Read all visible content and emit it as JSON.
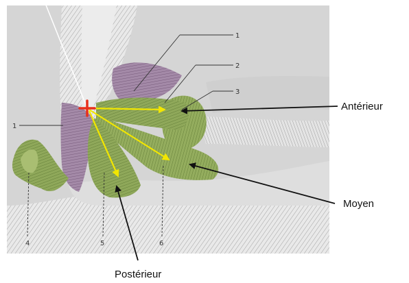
{
  "labels": {
    "anterior": "Antérieur",
    "middle": "Moyen",
    "posterior": "Postérieur"
  },
  "numbers": {
    "n1_top": "1",
    "n1_left": "1",
    "n2": "2",
    "n3": "3",
    "n4": "4",
    "n5": "5",
    "n6": "6"
  },
  "colors": {
    "ligament_green": "#8fa85a",
    "muscle_purple": "#a48aa8",
    "vector_yellow": "#f2e600",
    "marker_red": "#e8301c",
    "bone": "#e6e6e6"
  }
}
